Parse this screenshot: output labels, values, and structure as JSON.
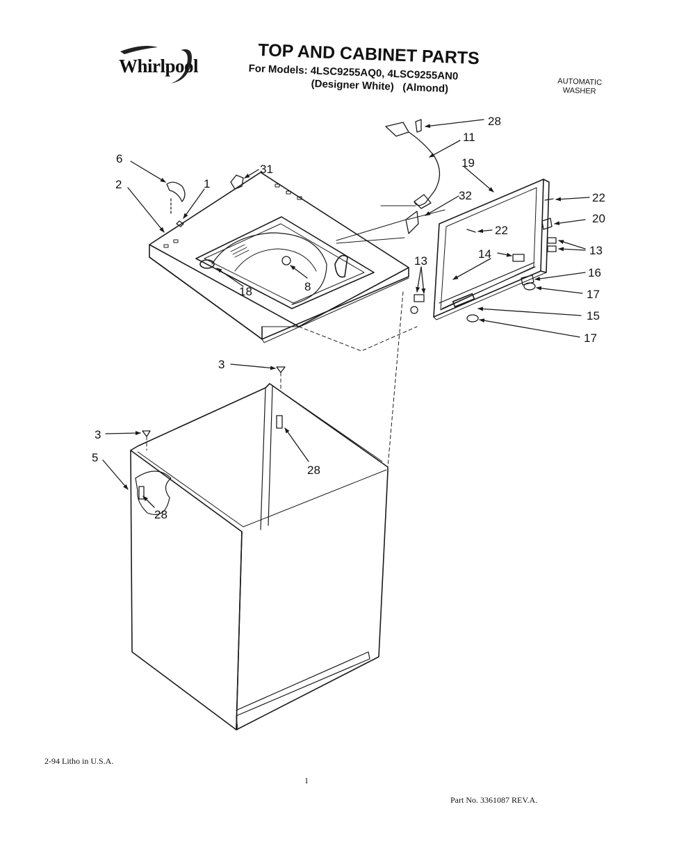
{
  "brand": "Whirlpool",
  "header": {
    "title": "TOP AND CABINET PARTS",
    "models": "For Models: 4LSC9255AQ0, 4LSC9255AN0",
    "variants": "(Designer White)   (Almond)",
    "category_line1": "AUTOMATIC",
    "category_line2": "WASHER"
  },
  "callouts": {
    "p1": "1",
    "p2": "2",
    "p3a": "3",
    "p3b": "3",
    "p5": "5",
    "p6": "6",
    "p8": "8",
    "p11": "11",
    "p13a": "13",
    "p13b": "13",
    "p14": "14",
    "p15": "15",
    "p16": "16",
    "p17a": "17",
    "p17b": "17",
    "p18": "18",
    "p19": "19",
    "p20": "20",
    "p22a": "22",
    "p22b": "22",
    "p28a": "28",
    "p28b": "28",
    "p28c": "28",
    "p31": "31",
    "p32": "32"
  },
  "footer": {
    "litho": "2-94  Litho in U.S.A.",
    "page_number": "1",
    "part_number": "Part No. 3361087 REV.A."
  }
}
